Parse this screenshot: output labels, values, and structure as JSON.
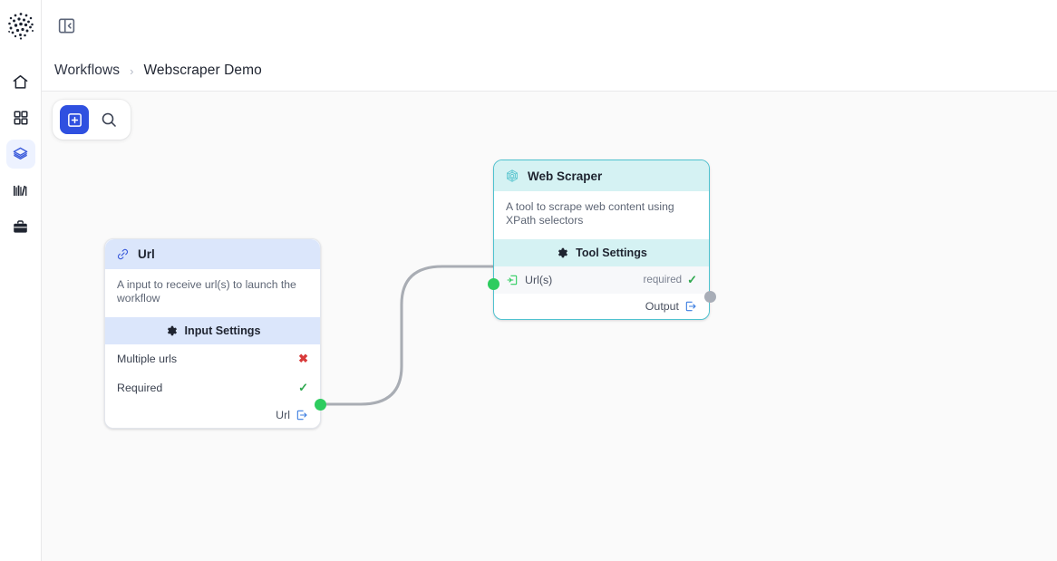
{
  "app": {
    "logo_icon": "dotted-circle-logo",
    "collapse_icon": "panel-collapse-left-icon"
  },
  "sidebar": {
    "items": [
      {
        "name": "home",
        "icon": "home-icon",
        "active": false
      },
      {
        "name": "apps",
        "icon": "grid-icon",
        "active": false
      },
      {
        "name": "workflows",
        "icon": "layers-icon",
        "active": true
      },
      {
        "name": "library",
        "icon": "books-icon",
        "active": false
      },
      {
        "name": "cases",
        "icon": "briefcase-icon",
        "active": false
      }
    ],
    "active_bg": "#edf2ff",
    "active_color": "#3b5bdb"
  },
  "breadcrumb": {
    "root": "Workflows",
    "separator": "›",
    "current": "Webscraper Demo"
  },
  "toolbar": {
    "add_node_label": "add-node",
    "add_node_icon": "square-plus-icon",
    "search_label": "search",
    "search_icon": "search-icon",
    "primary_color": "#2f50e0"
  },
  "canvas": {
    "background": "#fafafa",
    "edge_color": "#a9adb4",
    "port_connected_color": "#2ecc5f",
    "port_idle_color": "#a8adb7"
  },
  "nodes": {
    "url": {
      "title": "Url",
      "icon": "link-icon",
      "header_color": "#dbe6fb",
      "description": "A input to receive url(s) to launch the workflow",
      "settings_label": "Input Settings",
      "settings_icon": "gear-icon",
      "rows": [
        {
          "label": "Multiple urls",
          "mark": "✖",
          "mark_type": "red"
        },
        {
          "label": "Required",
          "mark": "✓",
          "mark_type": "green"
        }
      ],
      "output": {
        "label": "Url",
        "icon": "export-icon",
        "port": "connected"
      }
    },
    "scraper": {
      "title": "Web Scraper",
      "icon": "web-hexagon-icon",
      "header_color": "#d5f2f3",
      "border_color": "#4fc2cf",
      "description": "A tool to scrape web content using XPath selectors",
      "settings_label": "Tool Settings",
      "settings_icon": "gear-icon",
      "input": {
        "label": "Url(s)",
        "icon": "import-icon",
        "required_label": "required",
        "required_mark": "✓",
        "port": "connected"
      },
      "output": {
        "label": "Output",
        "icon": "export-icon",
        "port": "idle"
      }
    }
  }
}
